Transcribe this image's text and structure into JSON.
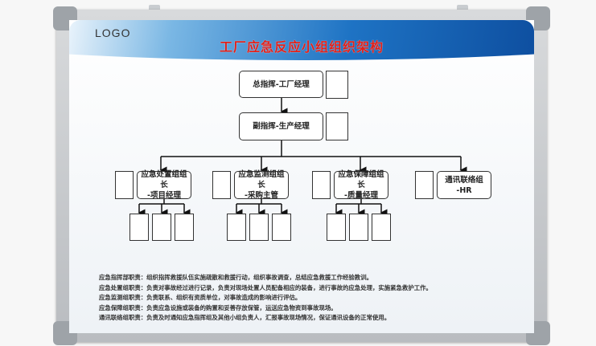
{
  "board": {
    "logo": "LOGO",
    "title": "工厂应急反应小组组织架构",
    "colors": {
      "header_blue": "#1e73c4",
      "title_red": "#e0201a"
    }
  },
  "org": {
    "commander": "总指挥-工厂经理",
    "deputy": "副指挥-生产经理",
    "groups": [
      {
        "line1": "应急处置组组长",
        "line2": "-项目经理",
        "members": 3
      },
      {
        "line1": "应急监测组组长",
        "line2": "-采购主管",
        "members": 3
      },
      {
        "line1": "应急保障组组长",
        "line2": "-质量经理",
        "members": 3
      },
      {
        "line1": "通讯联络组",
        "line2": "-HR",
        "members": 0
      }
    ]
  },
  "duties": [
    "应急指挥部职责：组织指挥救援队伍实施疏散和救援行动，组织事故调查，总结应急救援工作经验教训。",
    "应急处置组职责：负责对事故经过进行记录，负责对现场处置人员配备相应的装备，进行事故的应急处理，实施紧急救护工作。",
    "应急监测组职责：负责联系、组织有资质单位，对事故造成的影响进行评估。",
    "应急保障组职责：负责应急设施或装备的购置和妥善存放保管，运送应急物资到事故现场。",
    "通讯联络组职责：负责及时通知应急指挥组及其他小组负责人，汇报事故现场情况，保证通讯设备的正常使用。"
  ]
}
